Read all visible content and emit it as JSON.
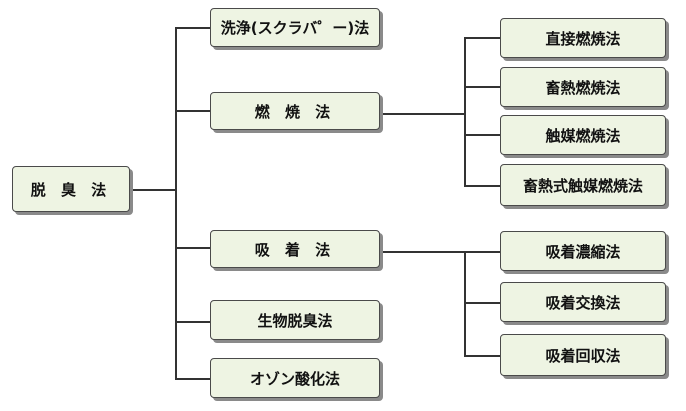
{
  "colors": {
    "box_fill": "#eef4e3",
    "box_border": "#4a4a4a",
    "connector": "#333333",
    "shadow": "#8a8a8a"
  },
  "root": {
    "label": "脱 臭 法"
  },
  "level1": [
    {
      "label": "洗浄(スクラバ゜ー)法"
    },
    {
      "label": "燃 焼 法"
    },
    {
      "label": "吸 着 法"
    },
    {
      "label": "生物脱臭法"
    },
    {
      "label": "オゾン酸化法"
    }
  ],
  "combustion_methods": [
    {
      "label": "直接燃焼法"
    },
    {
      "label": "畜熱燃焼法"
    },
    {
      "label": "触媒燃焼法"
    },
    {
      "label": "畜熱式触媒燃焼法"
    }
  ],
  "adsorption_methods": [
    {
      "label": "吸着濃縮法"
    },
    {
      "label": "吸着交換法"
    },
    {
      "label": "吸着回収法"
    }
  ]
}
